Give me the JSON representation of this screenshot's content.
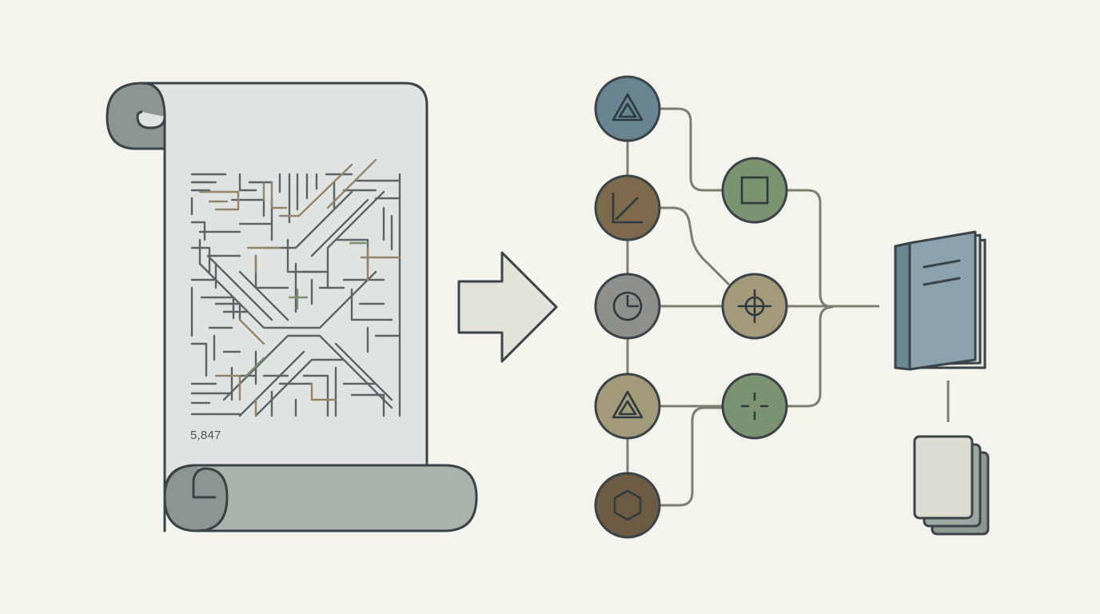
{
  "scroll": {
    "count_label": "5,847"
  },
  "palette": {
    "outline": "#3a4448",
    "paper": "#dfe3e1",
    "roll": "#a9b3ab",
    "roll_dark": "#8c9592",
    "arrow_fill": "#e2e2d8",
    "connector": "#7d7f6e",
    "maze_gray": "#4d5759",
    "maze_brown": "#8f7a5c",
    "maze_green": "#6f8a63",
    "node_blue": "#6a8592",
    "node_brown": "#7d6a4d",
    "node_gray": "#8e918b",
    "node_khaki": "#a39a7a",
    "node_darkbrown": "#6e5b43",
    "node_green": "#7b9370",
    "book_cover": "#8ba2ad",
    "book_spine": "#6b8795",
    "card_front": "#dddcd1",
    "card_back": "#9aa79e"
  },
  "nodes": [
    {
      "id": "n1",
      "icon": "triangle-icon",
      "color": "#6a8592"
    },
    {
      "id": "n2",
      "icon": "chart-axes-icon",
      "color": "#7d6a4d"
    },
    {
      "id": "n3",
      "icon": "clock-icon",
      "color": "#8e918b"
    },
    {
      "id": "n4",
      "icon": "triangle-icon",
      "color": "#a39a7a"
    },
    {
      "id": "n5",
      "icon": "hexagon-icon",
      "color": "#6e5b43"
    },
    {
      "id": "n6",
      "icon": "square-icon",
      "color": "#7b9370"
    },
    {
      "id": "n7",
      "icon": "crosshair-icon",
      "color": "#a39a7a"
    },
    {
      "id": "n8",
      "icon": "plus-icon",
      "color": "#7b9370"
    }
  ]
}
